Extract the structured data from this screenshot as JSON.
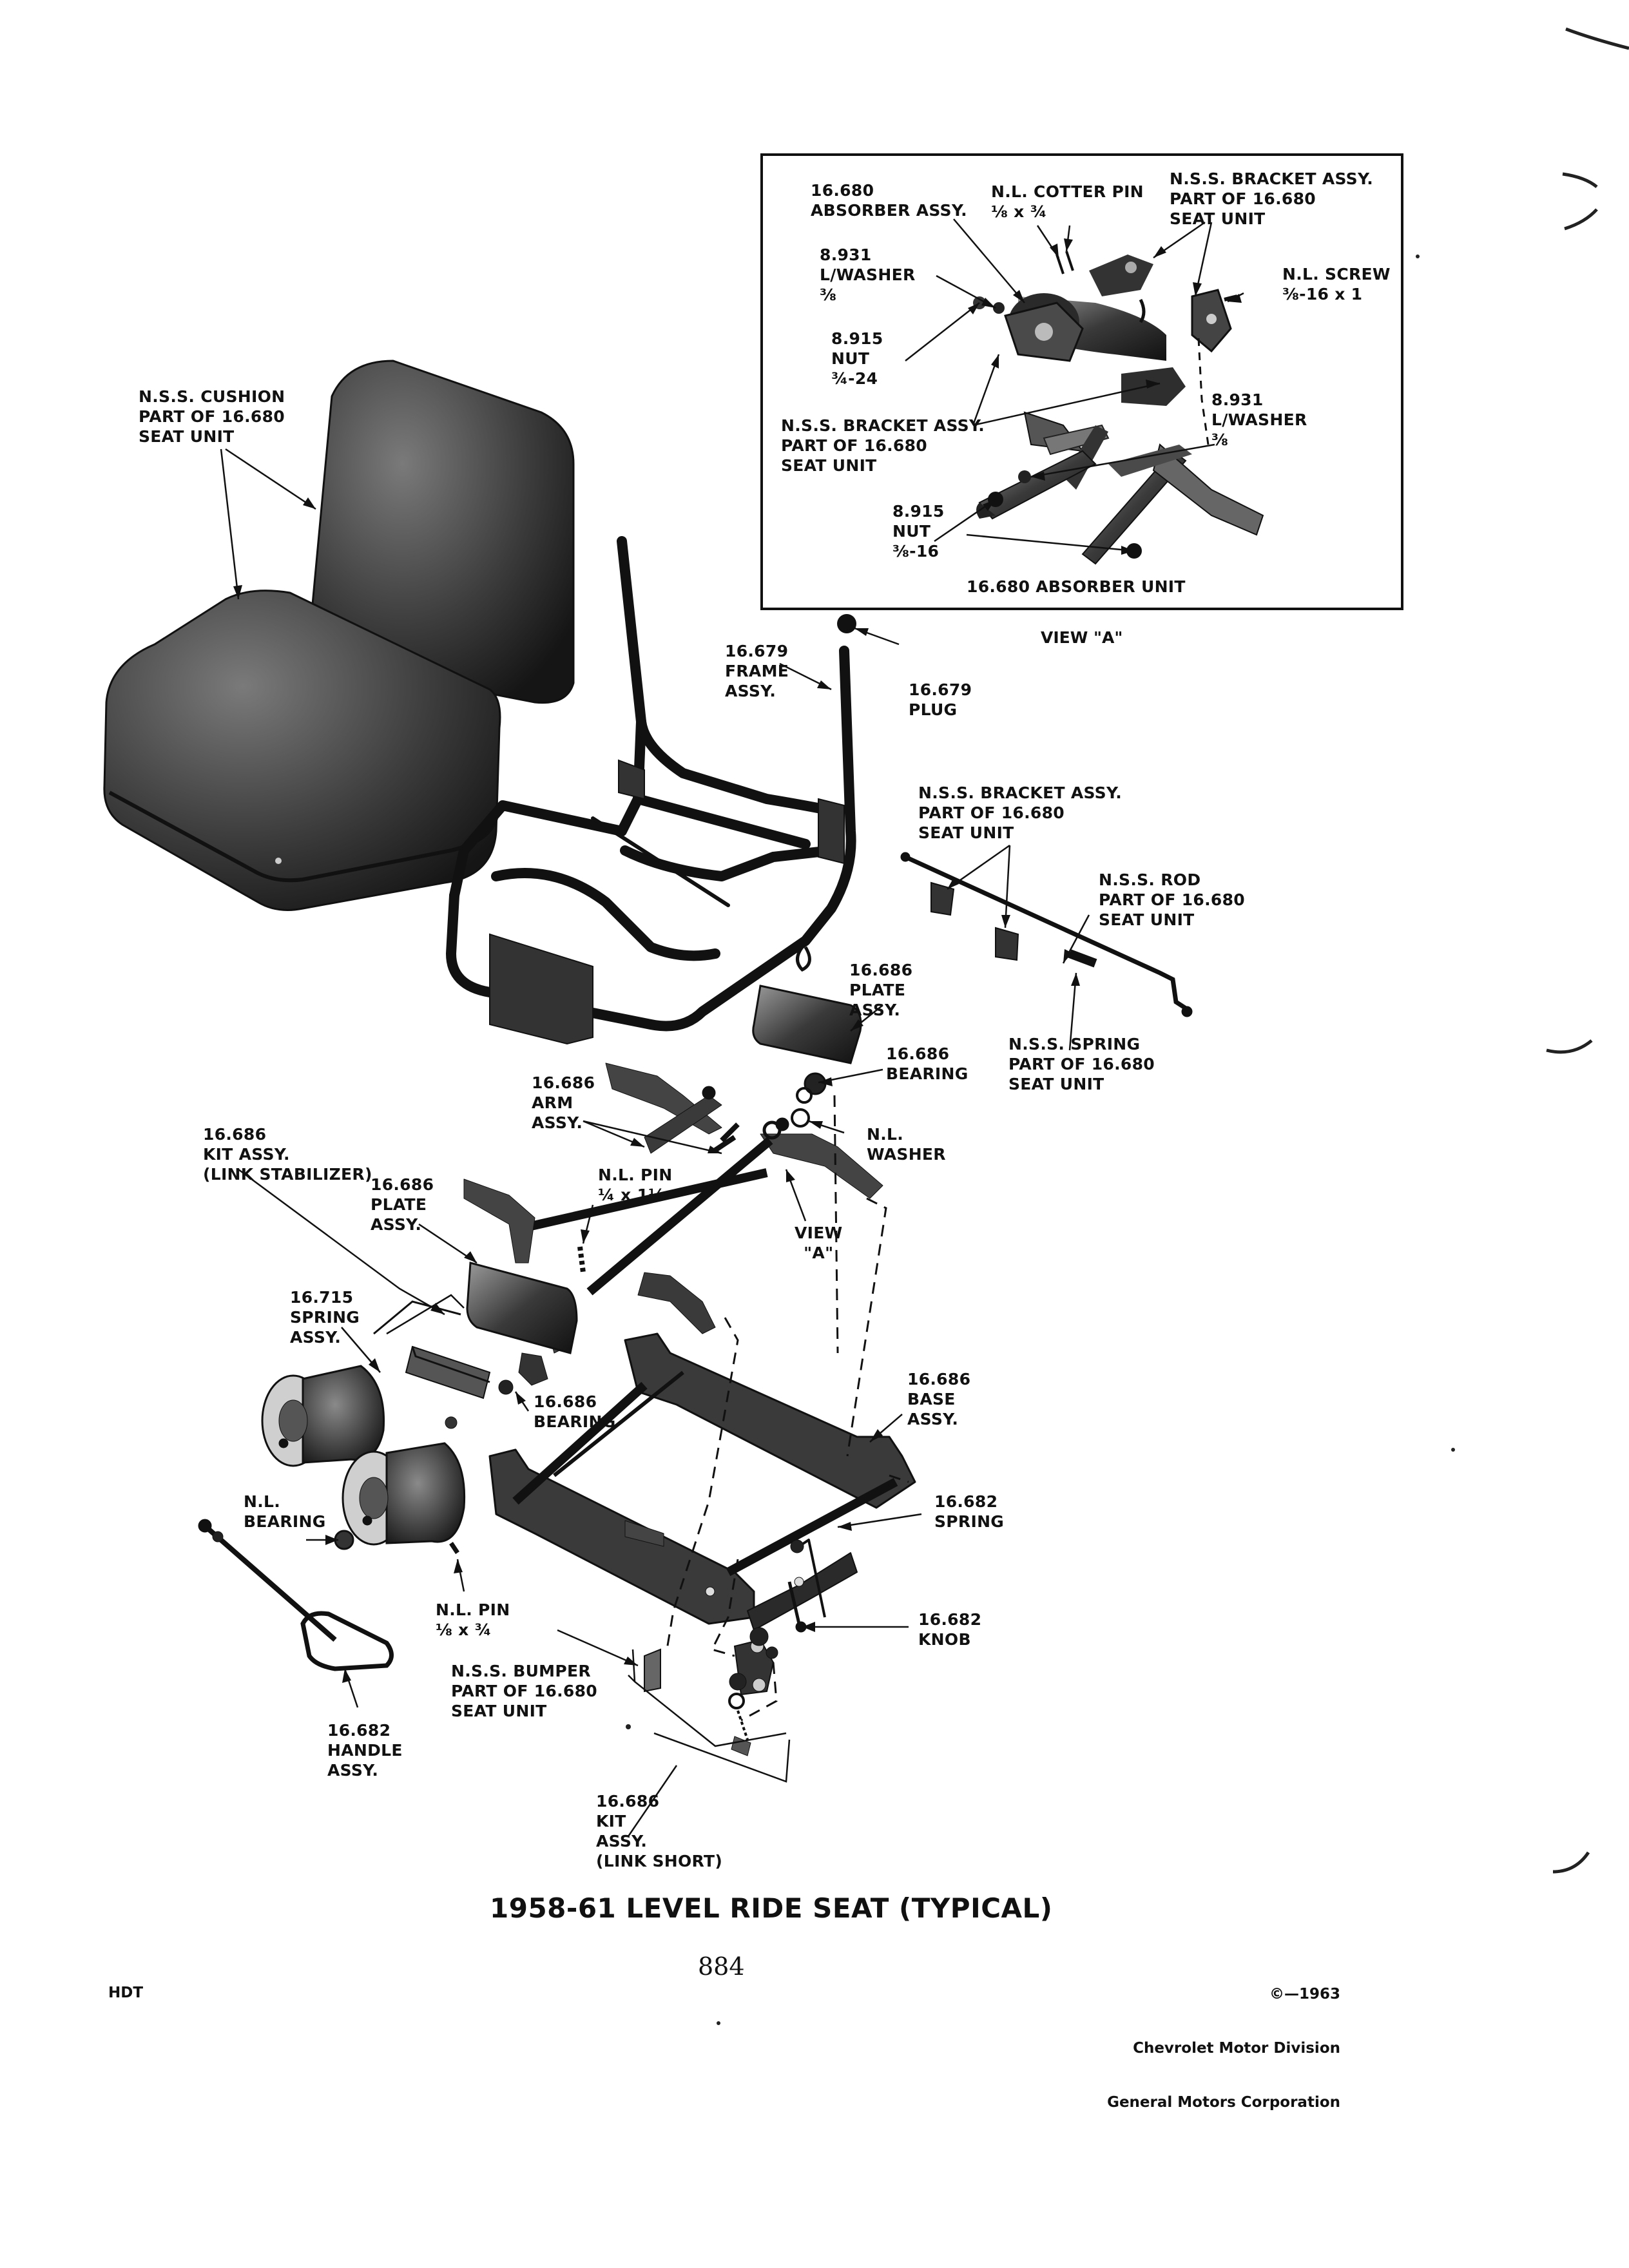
{
  "title": "1958-61 LEVEL RIDE SEAT (TYPICAL)",
  "page_number": "884",
  "footer_left": "HDT",
  "copyright": {
    "line1": "©—1963",
    "line2": "Chevrolet Motor Division",
    "line3": "General Motors Corporation"
  },
  "inset": {
    "caption": "16.680 ABSORBER UNIT",
    "view_label": "VIEW \"A\"",
    "labels": {
      "absorber_assy": "16.680\nABSORBER ASSY.",
      "cotter_pin": "N.L. COTTER PIN\n⅛ x ¾",
      "bracket_top": "N.S.S. BRACKET ASSY.\nPART OF 16.680\nSEAT UNIT",
      "lwasher_left": "8.931\nL/WASHER\n⅜",
      "screw": "N.L. SCREW\n⅜-16 x 1",
      "nut_top": "8.915\nNUT\n¾-24",
      "lwasher_right": "8.931\nL/WASHER\n⅜",
      "bracket_mid": "N.S.S. BRACKET ASSY.\nPART OF 16.680\nSEAT UNIT",
      "nut_bottom": "8.915\nNUT\n⅜-16"
    }
  },
  "labels": {
    "cushion": "N.S.S. CUSHION\nPART OF 16.680\nSEAT UNIT",
    "frame_assy": "16.679\nFRAME\nASSY.",
    "plug": "16.679\nPLUG",
    "bracket_rod": "N.S.S. BRACKET ASSY.\nPART OF 16.680\nSEAT UNIT",
    "rod": "N.S.S. ROD\nPART OF 16.680\nSEAT UNIT",
    "plate_upper": "16.686\nPLATE\nASSY.",
    "bearing_upper": "16.686\nBEARING",
    "spring_nss": "N.S.S. SPRING\nPART OF 16.680\nSEAT UNIT",
    "arm_assy": "16.686\nARM\nASSY.",
    "nl_washer": "N.L.\nWASHER",
    "kit_stabilizer": "16.686\nKIT ASSY.\n(LINK STABILIZER)",
    "nl_pin_upper": "N.L. PIN\n¼ x 1¼",
    "plate_lower": "16.686\nPLATE\nASSY.",
    "view_a": "VIEW\n\"A\"",
    "spring_assy": "16.715\nSPRING\nASSY.",
    "bearing_lower": "16.686\nBEARING",
    "base_assy": "16.686\nBASE\nASSY.",
    "spring_682": "16.682\nSPRING",
    "nl_bearing": "N.L.\nBEARING",
    "knob": "16.682\nKNOB",
    "nl_pin_lower": "N.L. PIN\n⅛ x ¾",
    "bumper": "N.S.S. BUMPER\nPART OF 16.680\nSEAT UNIT",
    "handle": "16.682\nHANDLE\nASSY.",
    "kit_short": "16.686\nKIT\nASSY.\n(LINK SHORT)"
  }
}
